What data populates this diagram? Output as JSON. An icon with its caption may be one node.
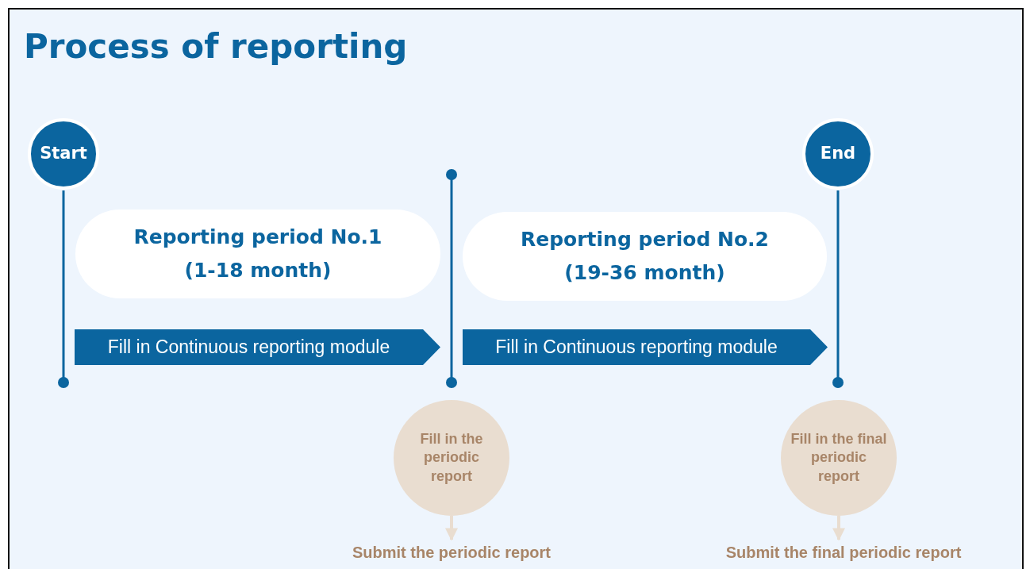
{
  "diagram": {
    "title": "Process of reporting",
    "nodes": [
      {
        "text": [
          "Start"
        ]
      },
      {
        "text": [
          "End"
        ]
      },
      {
        "text": [
          "Reporting period No.1",
          "(1-18 month)"
        ]
      },
      {
        "text": [
          "Reporting period No.2",
          "(19-36 month)"
        ]
      },
      {
        "text": [
          "Fill in Continuous reporting module"
        ]
      },
      {
        "text": [
          "Fill in Continuous reporting module"
        ]
      },
      {
        "text": [
          "Fill in the periodic report"
        ]
      },
      {
        "text": [
          "Fill in the final periodic report"
        ]
      },
      {
        "text": [
          "Submit the periodic report"
        ]
      },
      {
        "text": [
          "Submit the final periodic report"
        ]
      }
    ],
    "edges": [
      {
        "from": 6,
        "to": 8,
        "arrow": "to"
      },
      {
        "from": 7,
        "to": 9,
        "arrow": "to"
      }
    ]
  }
}
